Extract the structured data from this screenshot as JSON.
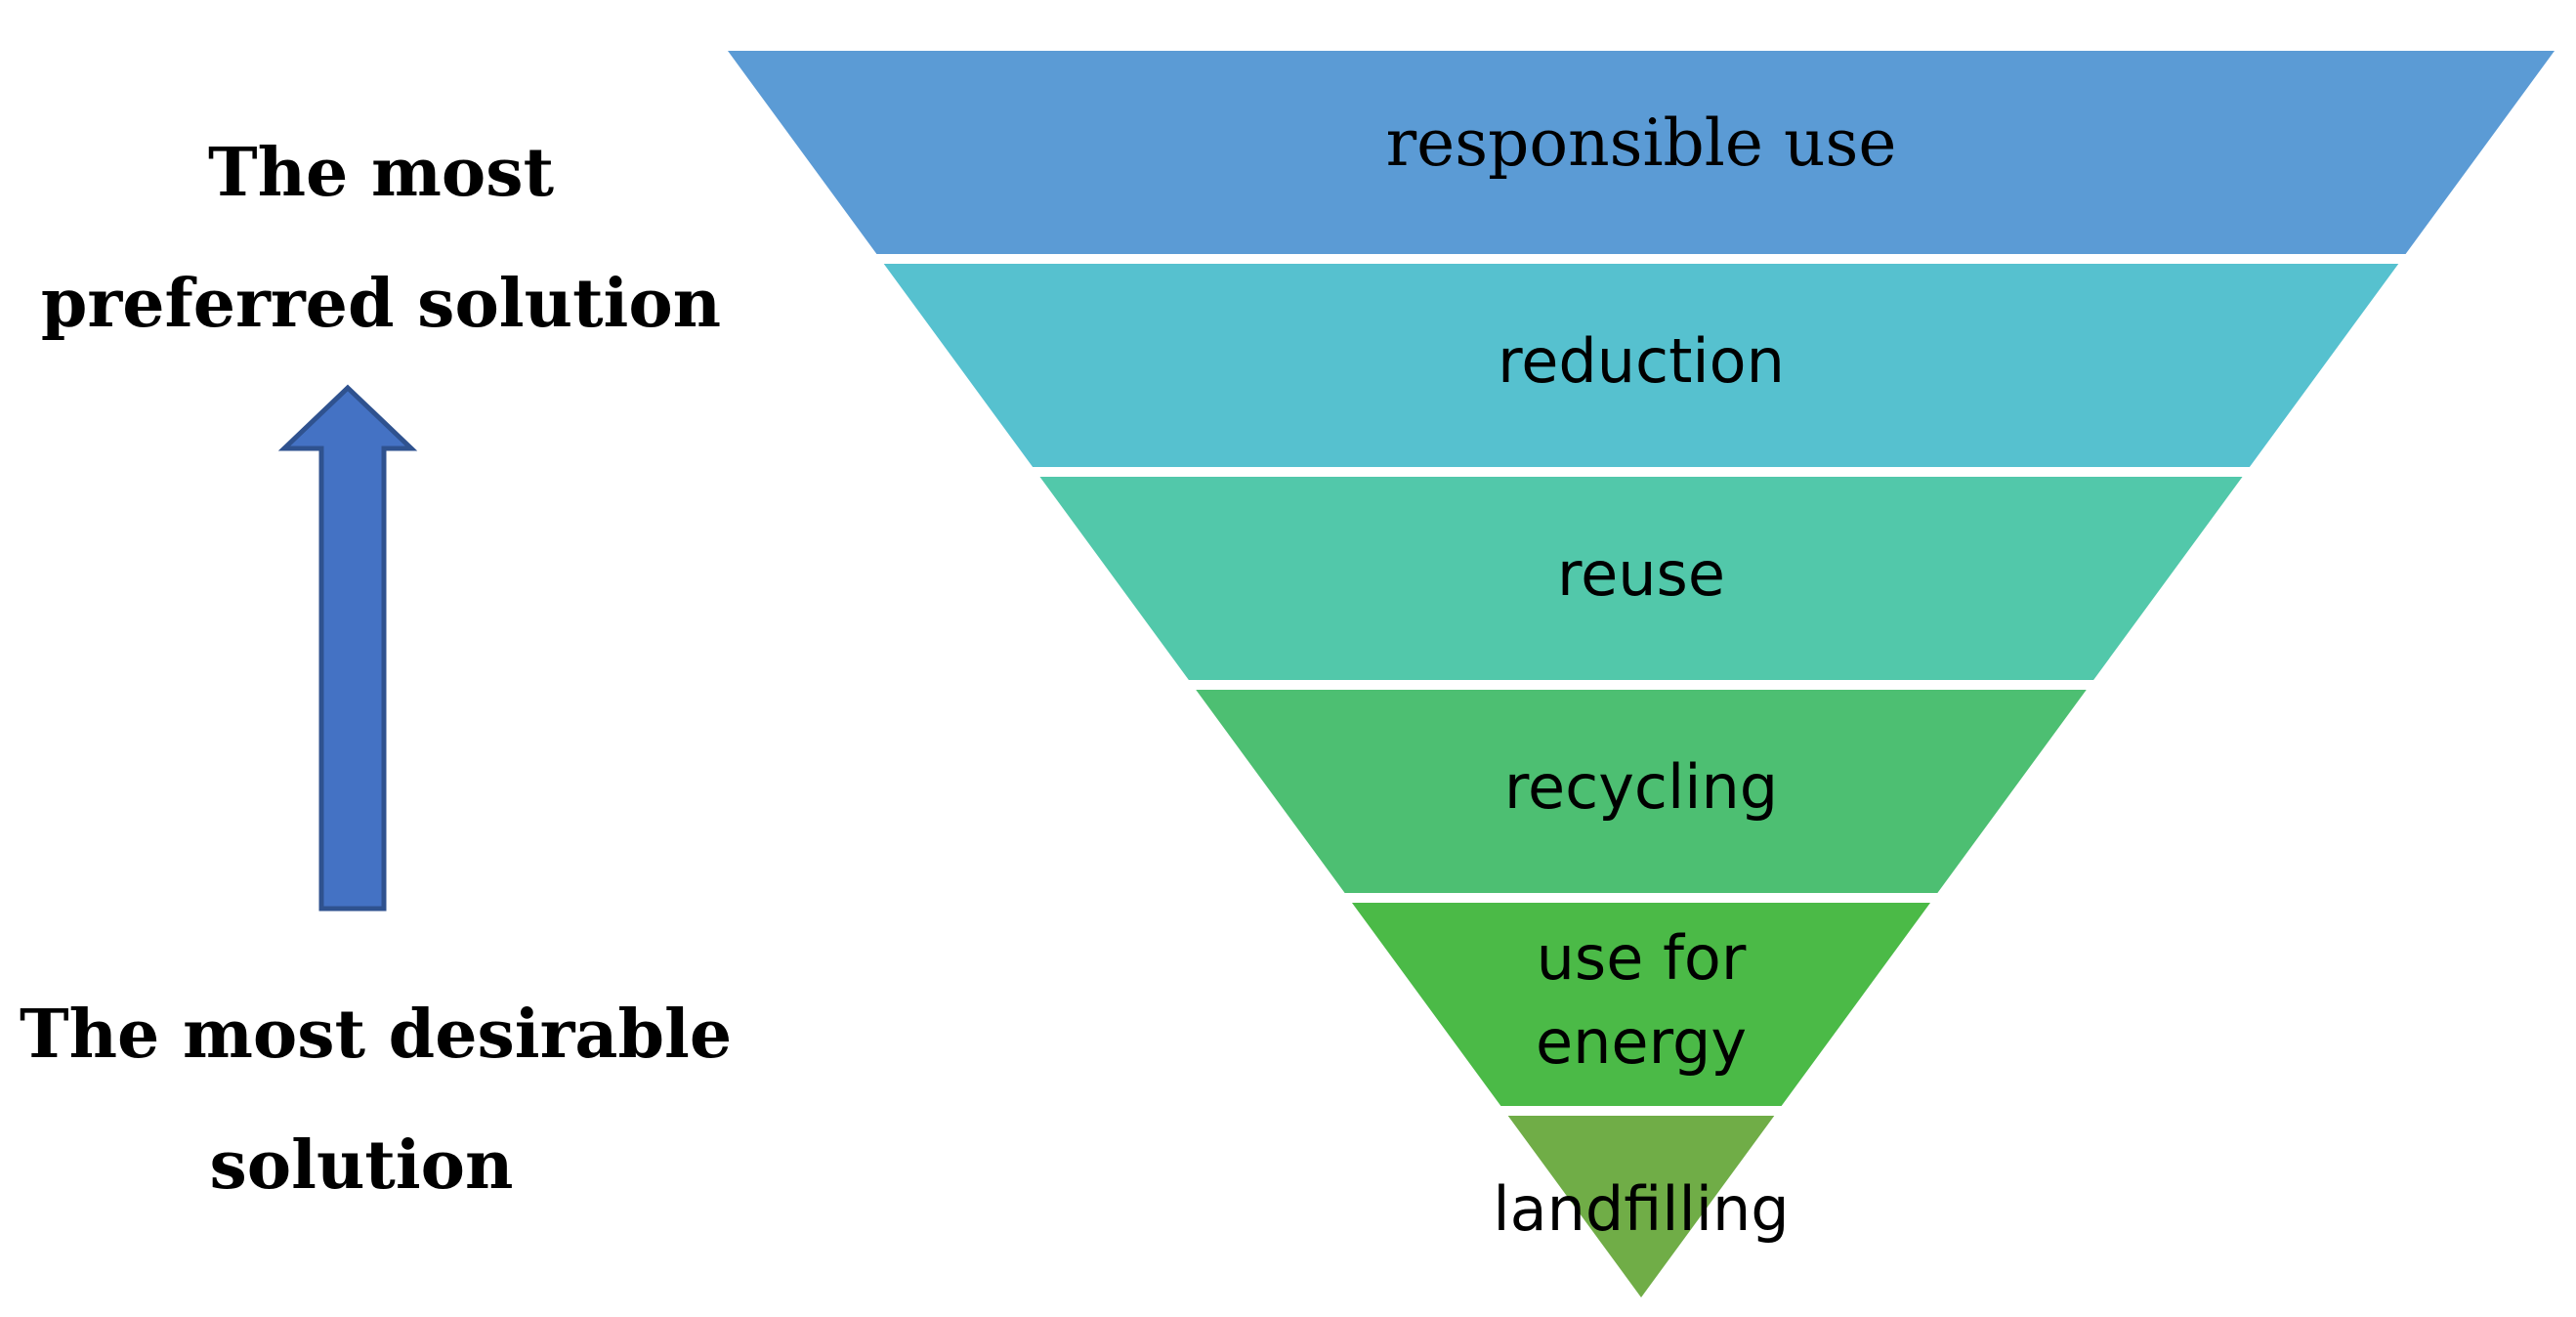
{
  "top_label": [
    "The most",
    "preferred solution"
  ],
  "bottom_label": [
    "The most desirable",
    "solution"
  ],
  "arrow": {
    "direction": "up",
    "color": "#4472C4"
  },
  "layers": [
    {
      "lines": [
        "responsible use"
      ],
      "color": "#5B9BD5",
      "font": "serif"
    },
    {
      "lines": [
        "reduction"
      ],
      "color": "#56C1CF",
      "font": "sans"
    },
    {
      "lines": [
        "reuse"
      ],
      "color": "#52C8AA",
      "font": "sans"
    },
    {
      "lines": [
        "recycling"
      ],
      "color": "#4DBF72",
      "font": "sans"
    },
    {
      "lines": [
        "use for",
        "energy"
      ],
      "color": "#4BBA47",
      "font": "sans"
    },
    {
      "lines": [
        "landfilling"
      ],
      "color": "#70AD47",
      "font": "sans"
    }
  ]
}
